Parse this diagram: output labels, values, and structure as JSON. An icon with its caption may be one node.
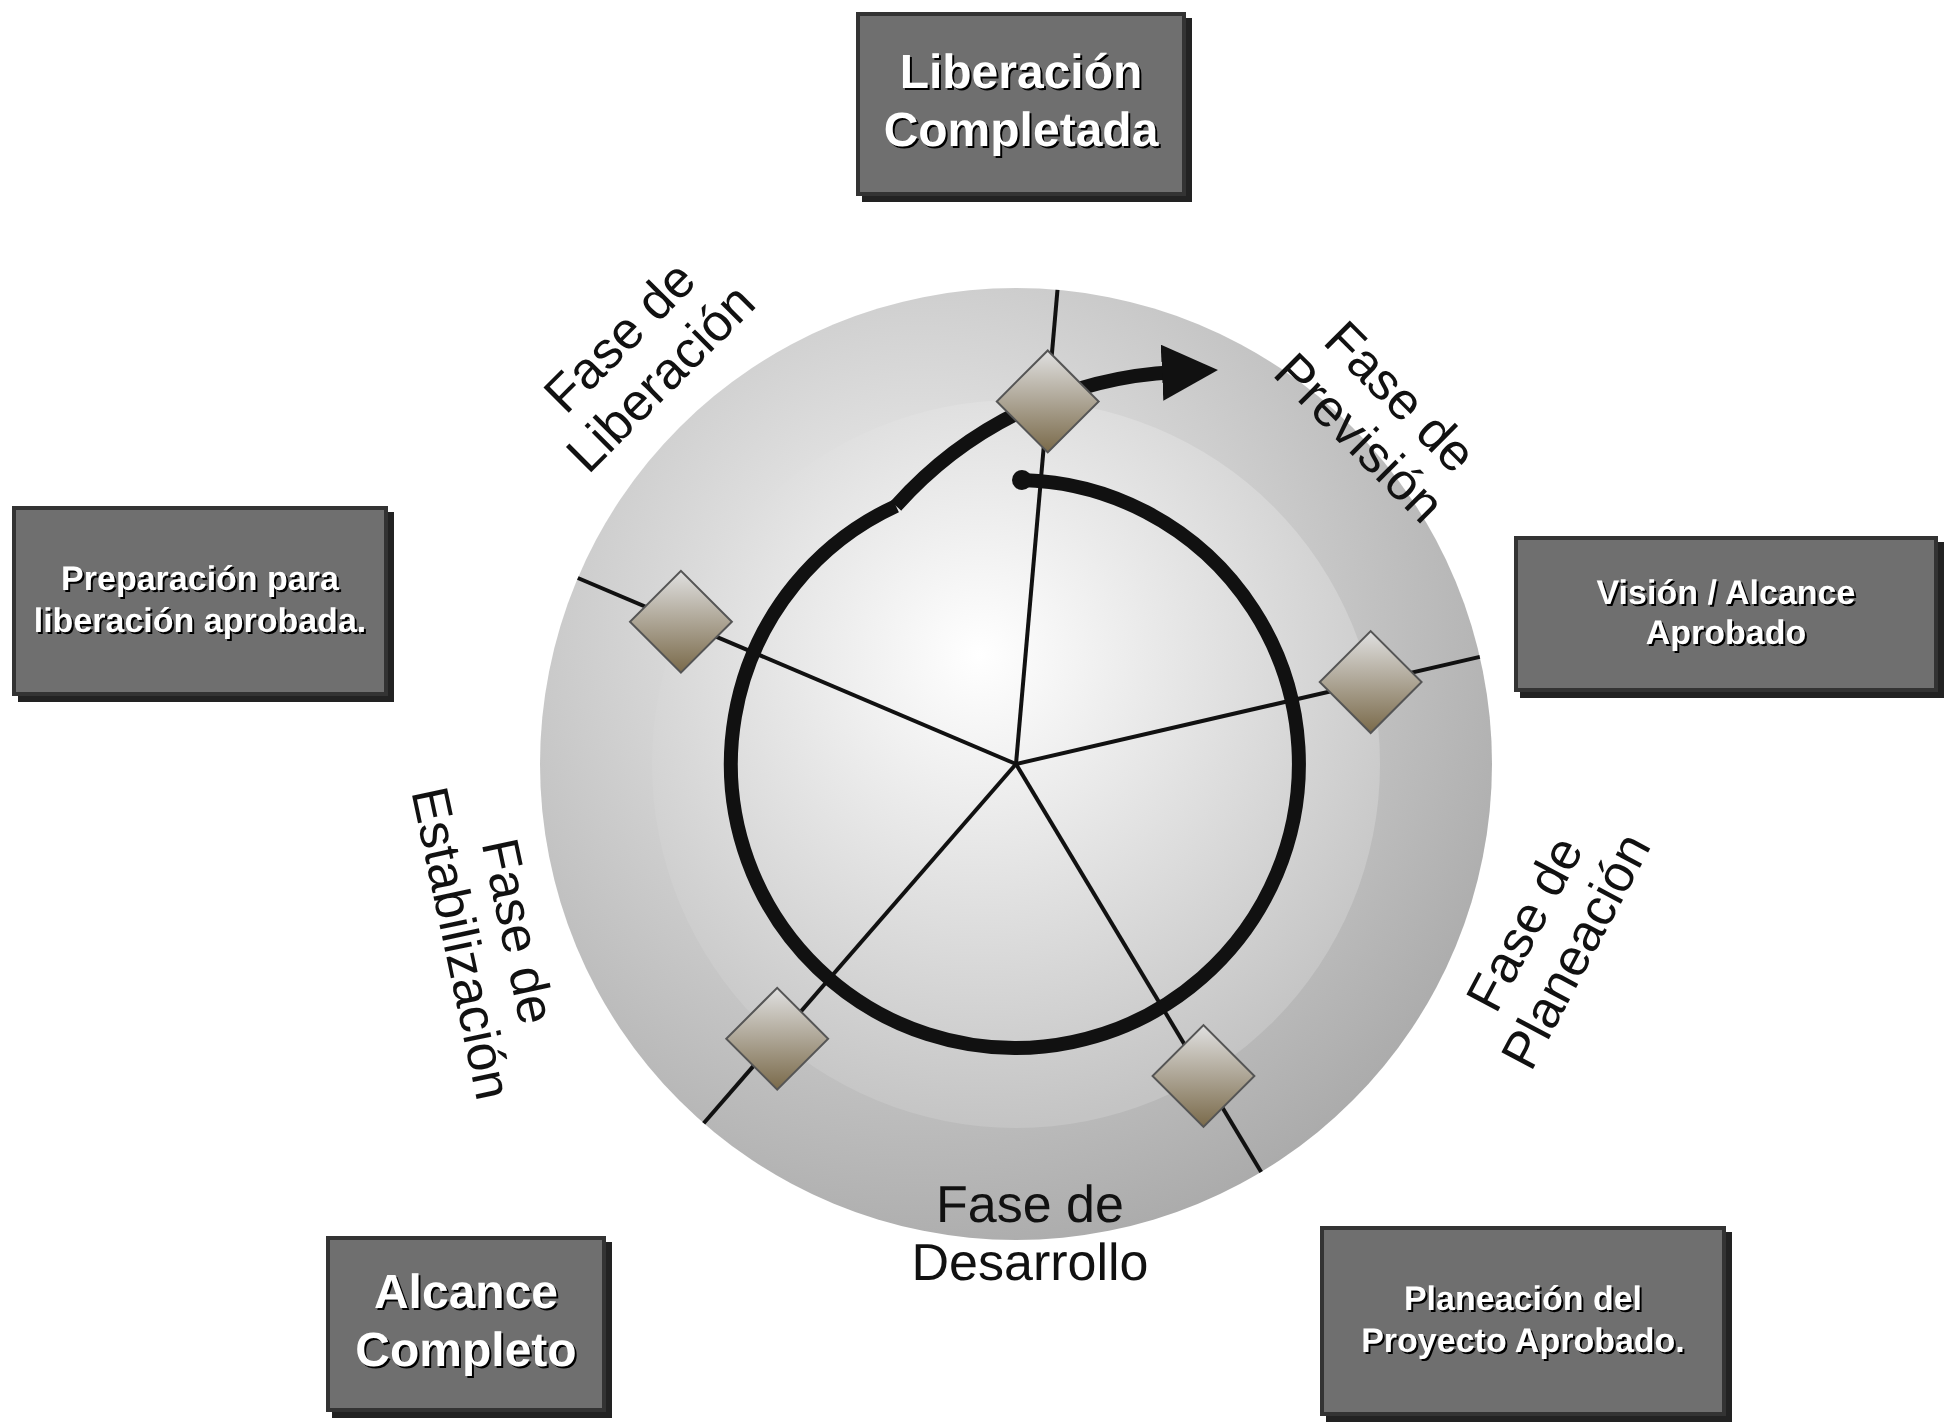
{
  "diagram": {
    "nodes": [
      {
        "text": [
          "Liberación Completada"
        ]
      },
      {
        "text": [
          "Visión / Alcance Aprobado"
        ]
      },
      {
        "text": [
          "Planeación del Proyecto Aprobado."
        ]
      },
      {
        "text": [
          "Alcance Completo"
        ]
      },
      {
        "text": [
          "Preparación para liberación aprobada."
        ]
      }
    ],
    "labels": [
      "Fase de Liberación",
      "Fase de Previsión",
      "Fase de Planeación",
      "Fase de Desarrollo",
      "Fase de Estabilización"
    ]
  }
}
